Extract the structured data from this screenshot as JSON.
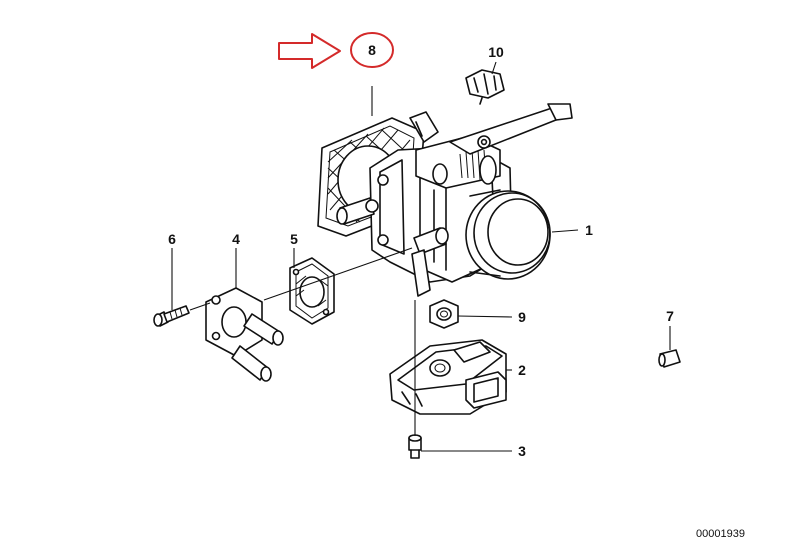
{
  "diagram": {
    "callouts": [
      {
        "id": "1",
        "label": "1"
      },
      {
        "id": "2",
        "label": "2"
      },
      {
        "id": "3",
        "label": "3"
      },
      {
        "id": "4",
        "label": "4"
      },
      {
        "id": "5",
        "label": "5"
      },
      {
        "id": "6",
        "label": "6"
      },
      {
        "id": "7",
        "label": "7"
      },
      {
        "id": "8",
        "label": "8"
      },
      {
        "id": "9",
        "label": "9"
      },
      {
        "id": "10",
        "label": "10"
      }
    ],
    "highlighted_callout": "8",
    "highlight_color": "#d42a2a",
    "ink_color": "#111111",
    "diagram_code": "00001939"
  }
}
